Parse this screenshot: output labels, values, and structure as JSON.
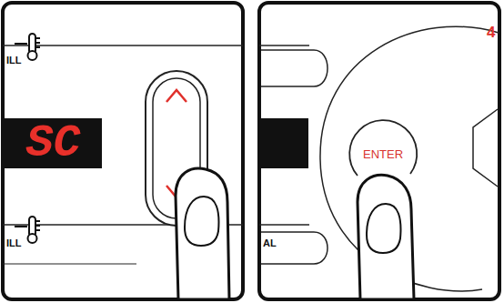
{
  "diagram": {
    "nodes": [
      {
        "text": [
          "SC"
        ]
      },
      {
        "text": [
          "ENTER"
        ]
      }
    ],
    "labels": [
      "ILL",
      "ILL",
      "AL",
      "4"
    ]
  }
}
